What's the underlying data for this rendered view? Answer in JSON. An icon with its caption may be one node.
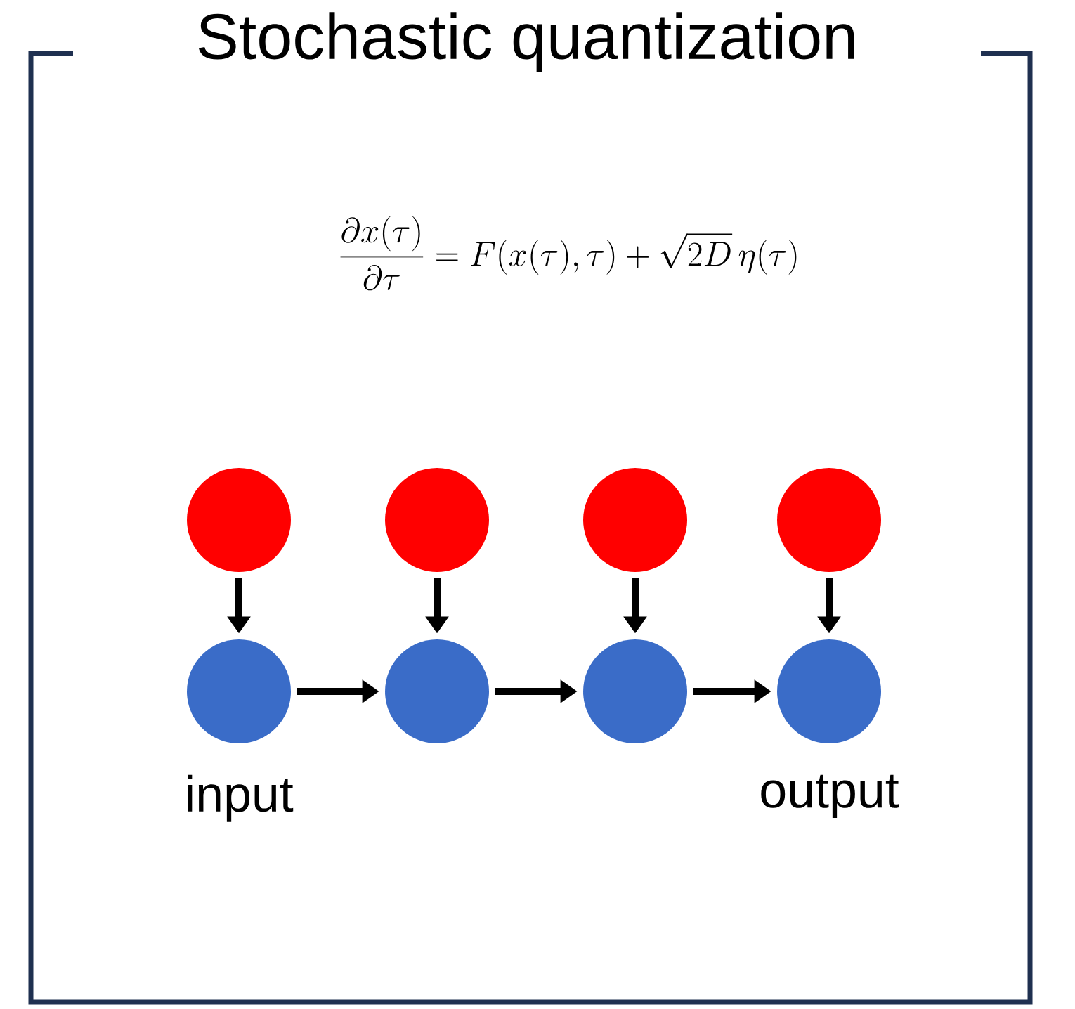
{
  "diagram": {
    "title": "Stochastic quantization",
    "nodes": [
      {
        "text": [],
        "shape": "circle"
      },
      {
        "text": [],
        "shape": "circle"
      },
      {
        "text": [],
        "shape": "circle"
      },
      {
        "text": [],
        "shape": "circle"
      },
      {
        "text": [],
        "shape": "circle",
        "beside": [
          "input"
        ]
      },
      {
        "text": [],
        "shape": "circle"
      },
      {
        "text": [],
        "shape": "circle"
      },
      {
        "text": [],
        "shape": "circle",
        "beside": [
          "output"
        ]
      }
    ],
    "edges": [
      {
        "from": 0,
        "to": 4,
        "arrow": "to"
      },
      {
        "from": 1,
        "to": 5,
        "arrow": "to"
      },
      {
        "from": 2,
        "to": 6,
        "arrow": "to"
      },
      {
        "from": 3,
        "to": 7,
        "arrow": "to"
      },
      {
        "from": 4,
        "to": 5,
        "arrow": "to"
      },
      {
        "from": 5,
        "to": 6,
        "arrow": "to"
      },
      {
        "from": 6,
        "to": 7,
        "arrow": "to"
      }
    ],
    "labels": [
      "\\frac{\\partial x(\\tau)}{\\partial \\tau} = F(x(\\tau),\\tau) + \\sqrt{2D}\\,\\eta(\\tau)"
    ]
  }
}
